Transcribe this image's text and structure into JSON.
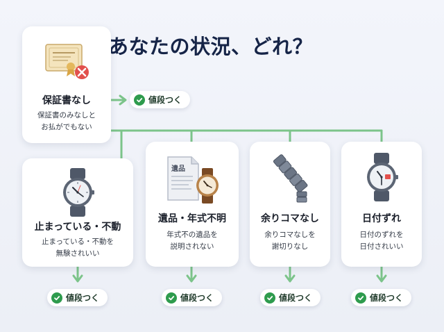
{
  "title": "あなたの状況、どれ？",
  "badge_label": "値段つく",
  "colors": {
    "connector": "#7cc48a",
    "check": "#2e9b4d",
    "title": "#162447",
    "x_mark": "#e2504c"
  },
  "cards": {
    "no_warranty": {
      "heading": "保証書なし",
      "desc_1": "保証書のみなしと",
      "desc_2": "お払がでもない",
      "icon": "certificate-with-x-icon"
    },
    "stopped": {
      "heading": "止まっている・不動",
      "desc_1": "止まっている・不動を",
      "desc_2": "無験されいい",
      "icon": "stopped-watch-icon"
    },
    "heirloom": {
      "heading": "遺品・年式不明",
      "desc_1": "年式不の遺品を",
      "desc_2": "説明されない",
      "icon": "document-and-watch-icon",
      "doc_label": "遺品"
    },
    "no_links": {
      "heading": "余りコマなし",
      "desc_1": "余りコマなしを",
      "desc_2": "謝切りなし",
      "icon": "bracelet-links-icon"
    },
    "date_off": {
      "heading": "日付ずれ",
      "desc_1": "日付のずれを",
      "desc_2": "日付されいい",
      "icon": "date-watch-icon"
    }
  }
}
